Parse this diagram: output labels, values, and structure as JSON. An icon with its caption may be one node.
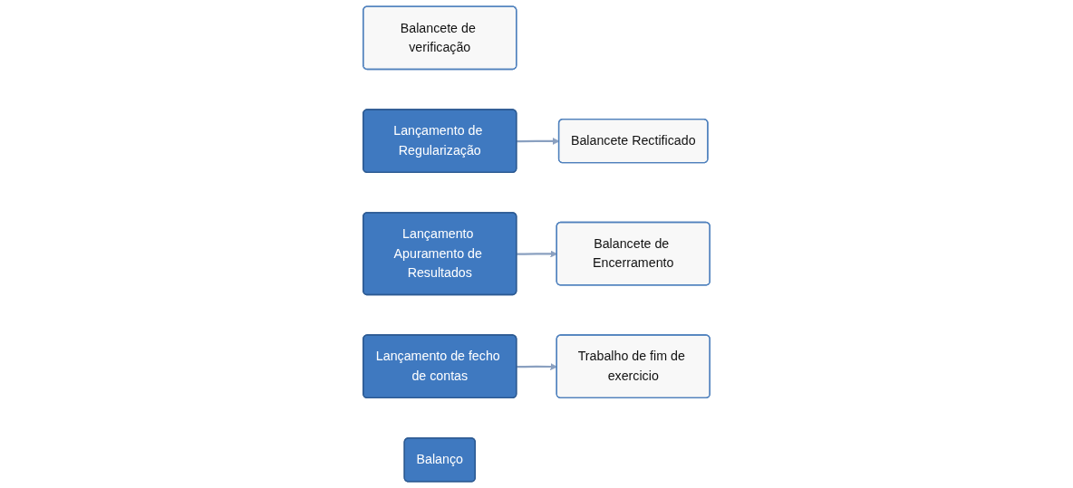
{
  "diagram": {
    "nodes": [
      {
        "text": [
          "Balancete de verificação"
        ]
      },
      {
        "text": [
          "Lançamento de Regularização"
        ]
      },
      {
        "text": [
          "Balancete Rectificado"
        ]
      },
      {
        "text": [
          "Lançamento Apuramento de Resultados"
        ]
      },
      {
        "text": [
          "Balancete de Encerramento"
        ]
      },
      {
        "text": [
          "Lançamento de fecho de contas"
        ]
      },
      {
        "text": [
          "Trabalho de fim de exercicio"
        ]
      },
      {
        "text": [
          "Balanço"
        ]
      }
    ],
    "edges": [
      {
        "from": 1,
        "to": 2,
        "arrow": "to"
      },
      {
        "from": 3,
        "to": 4,
        "arrow": "to"
      },
      {
        "from": 5,
        "to": 6,
        "arrow": "to"
      }
    ]
  }
}
